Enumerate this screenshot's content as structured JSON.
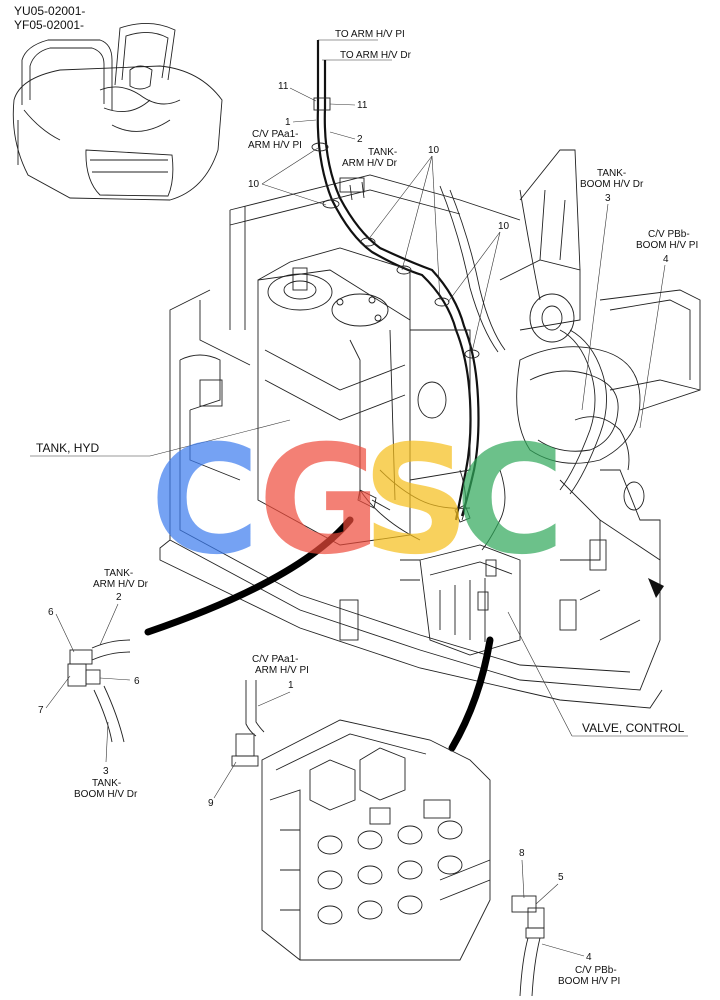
{
  "header": {
    "model_code_1": "YU05-02001-",
    "model_code_2": "YF05-02001-"
  },
  "callouts": {
    "to_arm_hv_pi": "TO ARM H/V PI",
    "to_arm_hv_dr": "TO ARM H/V Dr",
    "cv_paa1_arm_pi_top_1": "C/V PAa1-",
    "cv_paa1_arm_pi_top_2": "ARM H/V PI",
    "tank_arm_dr_top_1": "TANK-",
    "tank_arm_dr_top_2": "ARM H/V Dr",
    "tank_boom_dr_top_1": "TANK-",
    "tank_boom_dr_top_2": "BOOM H/V Dr",
    "cv_pbb_boom_pi_top_1": "C/V PBb-",
    "cv_pbb_boom_pi_top_2": "BOOM H/V PI",
    "tank_hyd": "TANK, HYD",
    "valve_control": "VALVE, CONTROL",
    "tank_arm_dr_left_1": "TANK-",
    "tank_arm_dr_left_2": "ARM H/V Dr",
    "tank_boom_dr_left_1": "TANK-",
    "tank_boom_dr_left_2": "BOOM H/V Dr",
    "cv_paa1_arm_pi_mid_1": "C/V PAa1-",
    "cv_paa1_arm_pi_mid_2": "ARM H/V PI",
    "cv_pbb_boom_pi_bot_1": "C/V PBb-",
    "cv_pbb_boom_pi_bot_2": "BOOM H/V PI"
  },
  "part_numbers": {
    "n11a": "11",
    "n11b": "11",
    "n1a": "1",
    "n2a": "2",
    "n10a": "10",
    "n10b": "10",
    "n10c": "10",
    "n3a": "3",
    "n4a": "4",
    "n6a": "6",
    "n2b": "2",
    "n6b": "6",
    "n7": "7",
    "n3b": "3",
    "n1b": "1",
    "n9": "9",
    "n8": "8",
    "n5": "5",
    "n4b": "4"
  },
  "watermark": {
    "text_c1": "C",
    "text_g": "G",
    "text_s": "S",
    "text_c2": "C",
    "color_c1": "#3b7bef",
    "color_g": "#ee4b3b",
    "color_s": "#f6be1a",
    "color_c2": "#2fa85a"
  }
}
